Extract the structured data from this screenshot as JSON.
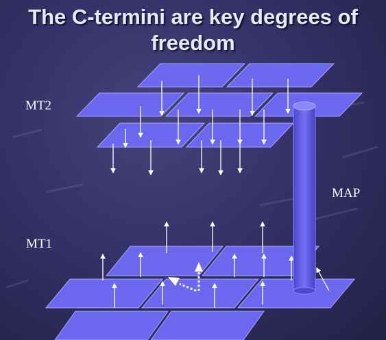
{
  "slide": {
    "title_line1": "The C-termini are key degrees of",
    "title_line2": "freedom",
    "labels": {
      "mt2": "MT2",
      "mt1": "MT1",
      "map": "MAP"
    }
  },
  "colors": {
    "background": "#35336a",
    "sheet_fill": "#6b67ee",
    "sheet_edge": "#9f9cff",
    "arrow": "#ffffff",
    "map_rod": "#5f5be8"
  }
}
